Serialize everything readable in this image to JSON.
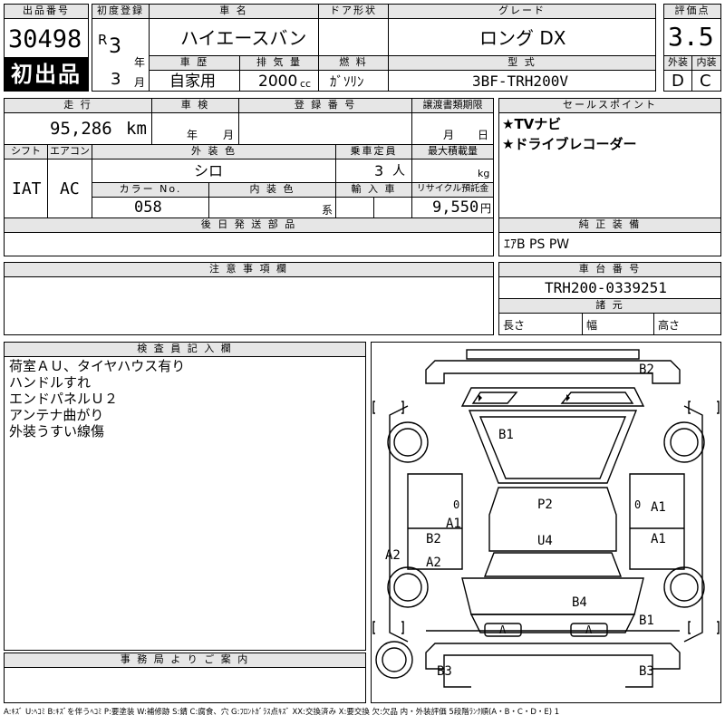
{
  "header": {
    "lot_number_label": "出品番号",
    "lot_number": "30498",
    "first_listing_badge": "初出品",
    "first_reg_label": "初度登録",
    "era_prefix": "R",
    "reg_year": "3",
    "year_unit": "年",
    "reg_month": "3",
    "month_unit": "月",
    "car_name_label": "車 名",
    "car_name": "ハイエースバン",
    "door_label": "ドア形状",
    "door_value": "",
    "grade_label": "グレード",
    "grade_value": "ロング DX",
    "score_label": "評価点",
    "score_value": "3.5",
    "history_label": "車 歴",
    "history_value": "自家用",
    "displacement_label": "排 気 量",
    "displacement_value": "2000",
    "displacement_unit": "cc",
    "fuel_label": "燃 料",
    "fuel_value": "ｶﾞｿﾘﾝ",
    "model_code_label": "型 式",
    "model_code_value": "3BF-TRH200V",
    "exterior_label": "外装",
    "exterior_grade": "D",
    "interior_label": "内装",
    "interior_grade": "C"
  },
  "details": {
    "mileage_label": "走 行",
    "mileage_value": "95,286",
    "mileage_unit": "km",
    "inspection_label": "車 検",
    "inspection_year_unit": "年",
    "inspection_month_unit": "月",
    "reg_number_label": "登 録 番 号",
    "transfer_label": "譲渡書類期限",
    "transfer_month_unit": "月",
    "transfer_day_unit": "日",
    "shift_label": "シフト",
    "shift_value": "IAT",
    "aircon_label": "エアコン",
    "aircon_value": "AC",
    "ext_color_label": "外 装 色",
    "ext_color_value": "シロ",
    "capacity_label": "乗車定員",
    "capacity_value": "3",
    "capacity_unit": "人",
    "max_load_label": "最大積載量",
    "max_load_unit": "kg",
    "color_no_label": "カラー No.",
    "color_no_value": "058",
    "int_color_label": "内 装 色",
    "int_color_unit": "系",
    "import_label": "輸 入 車",
    "recycle_label": "リサイクル預託金",
    "recycle_value": "9,550",
    "recycle_unit": "円",
    "later_parts_label": "後 日 発 送 部 品",
    "notes_label": "注 意 事 項 欄"
  },
  "sales_points": {
    "label": "セールスポイント",
    "items": [
      "★TVナビ",
      "★ドライブレコーダー"
    ]
  },
  "equipment": {
    "label": "純 正 装 備",
    "value": "ｴｱB PS PW"
  },
  "chassis": {
    "label": "車 台 番 号",
    "value": "TRH200-0339251",
    "dimensions_label": "諸 元",
    "length_label": "長さ",
    "width_label": "幅",
    "height_label": "高さ"
  },
  "inspector": {
    "label": "検 査 員 記 入 欄",
    "lines": [
      "荷室ＡＵ、タイヤハウス有り",
      "ハンドルすれ",
      "エンドパネルＵ２",
      "アンテナ曲がり",
      "外装うすい線傷"
    ]
  },
  "diagram_marks": {
    "rear_top": "B2",
    "roof": "B1",
    "rear_door_right": "A1",
    "right_side_a1": "A1",
    "left_side_a1": "A1",
    "left_b2": "B2",
    "left_a2": "A2",
    "left_quarter_a2": "A2",
    "cargo_p2": "P2",
    "cargo_u4": "U4",
    "front_right_b4": "B4",
    "front_right_b1": "B1",
    "bumper_left_a": "A",
    "bumper_right_a": "A",
    "front_left_b3": "B3",
    "front_right_b3": "B3",
    "glass_mark_left": "0",
    "glass_mark_right": "0"
  },
  "office": {
    "label": "事 務 局 よ り ご 案 内"
  },
  "legend": "A:ｷｽﾞ U:ﾍｺﾐ B:ｷｽﾞを伴うﾍｺﾐ P:要塗装 W:補修跡 S:錆 C:腐食、穴 G:ﾌﾛﾝﾄｶﾞﾗｽ点ｷｽﾞ XX:交換済み X:要交換 欠:欠品 内・外装評価 5段階ﾗﾝｸ順(A・B・C・D・E) 1"
}
